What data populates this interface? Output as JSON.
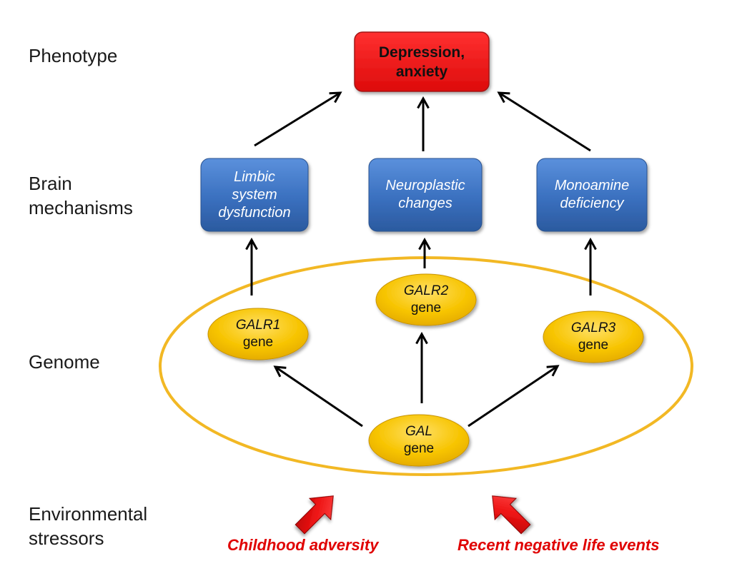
{
  "levels": {
    "phenotype": "Phenotype",
    "brain_line1": "Brain",
    "brain_line2": "mechanisms",
    "genome": "Genome",
    "env_line1": "Environmental",
    "env_line2": "stressors"
  },
  "phenotype_box": {
    "line1": "Depression,",
    "line2": "anxiety"
  },
  "mechanisms": [
    {
      "line1": "Limbic",
      "line2": "system",
      "line3": "dysfunction"
    },
    {
      "line1": "Neuroplastic",
      "line2": "changes"
    },
    {
      "line1": "Monoamine",
      "line2": "deficiency"
    }
  ],
  "genes": {
    "galr1": {
      "name": "GALR1",
      "suffix": "gene"
    },
    "galr2": {
      "name": "GALR2",
      "suffix": "gene"
    },
    "galr3": {
      "name": "GALR3",
      "suffix": "gene"
    },
    "gal": {
      "name": "GAL",
      "suffix": "gene"
    }
  },
  "stressors": {
    "left": "Childhood adversity",
    "right": "Recent negative life events"
  },
  "colors": {
    "phenotype_fill": "#ee1111",
    "mechanism_fill": "#3a70bf",
    "gene_fill": "#f7c400",
    "genome_ring": "#f2b824",
    "stressor_text": "#e00000",
    "stressor_arrow": "#e01010"
  }
}
